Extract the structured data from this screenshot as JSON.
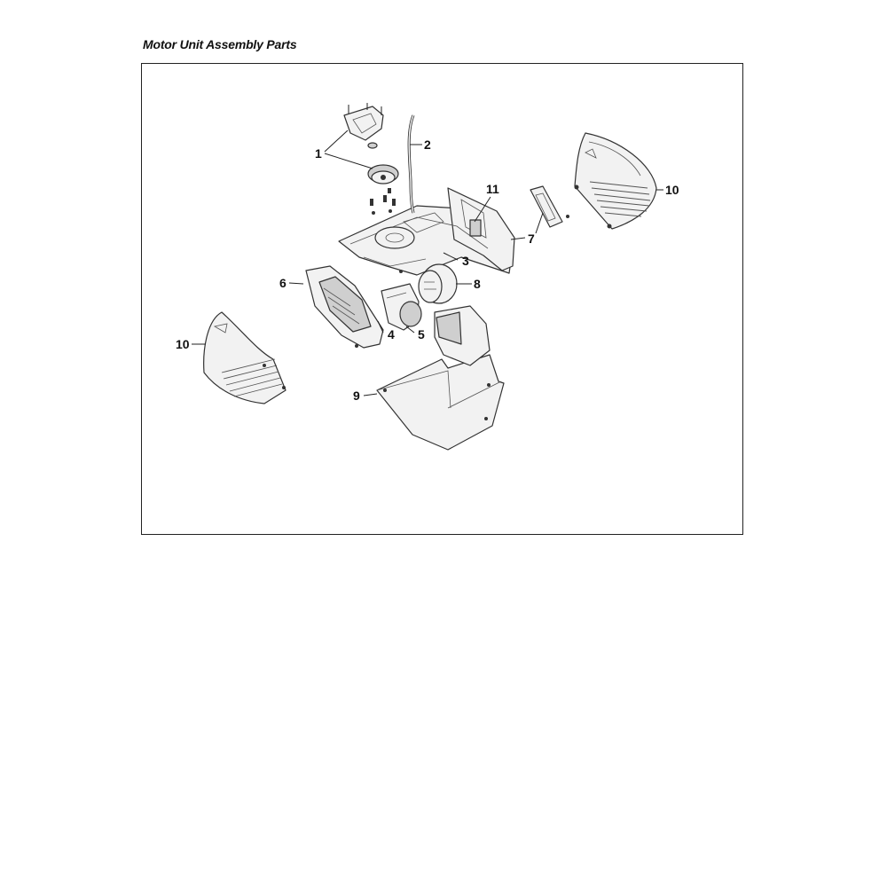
{
  "title": "Motor Unit Assembly Parts",
  "callouts": [
    {
      "id": "1",
      "label": "1"
    },
    {
      "id": "2",
      "label": "2"
    },
    {
      "id": "3",
      "label": "3"
    },
    {
      "id": "4",
      "label": "4"
    },
    {
      "id": "5",
      "label": "5"
    },
    {
      "id": "6",
      "label": "6"
    },
    {
      "id": "7",
      "label": "7"
    },
    {
      "id": "8",
      "label": "8"
    },
    {
      "id": "9",
      "label": "9"
    },
    {
      "id": "10a",
      "label": "10"
    },
    {
      "id": "10b",
      "label": "10"
    },
    {
      "id": "11",
      "label": "11"
    }
  ]
}
